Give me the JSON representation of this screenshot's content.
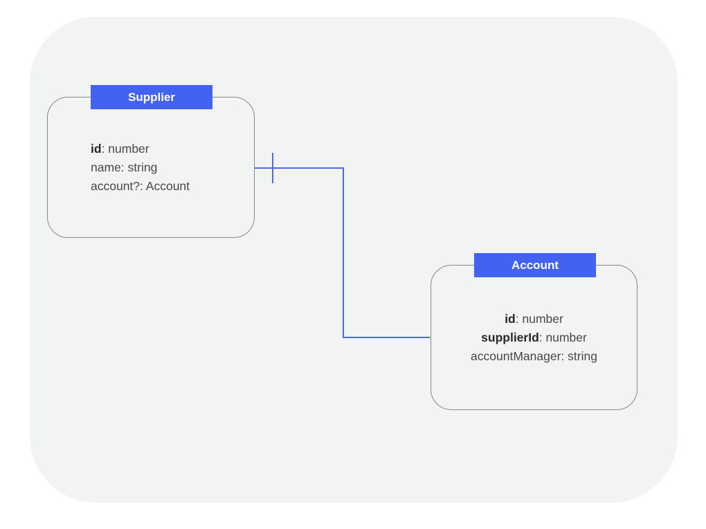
{
  "diagram": {
    "kind": "entity-relationship",
    "entities": [
      {
        "name": "Supplier",
        "align": "left",
        "fields": [
          {
            "name": "id",
            "type": "number",
            "bold": true
          },
          {
            "name": "name",
            "type": "string",
            "bold": false
          },
          {
            "name": "account?",
            "type": "Account",
            "bold": false
          }
        ]
      },
      {
        "name": "Account",
        "align": "center",
        "fields": [
          {
            "name": "id",
            "type": "number",
            "bold": true
          },
          {
            "name": "supplierId",
            "type": "number",
            "bold": true
          },
          {
            "name": "accountManager",
            "type": "string",
            "bold": false
          }
        ]
      }
    ],
    "relationship": {
      "from": "Supplier",
      "to": "Account",
      "cardinality_marker": "one"
    }
  },
  "colors": {
    "header_blue": "#4262ef",
    "connector_blue": "#4a68f2",
    "border_gray": "#83868a",
    "text_regular": "#45484b",
    "text_bold": "#26282a",
    "canvas_bg": "#f2f3f3",
    "page_bg": "#ffffff"
  }
}
